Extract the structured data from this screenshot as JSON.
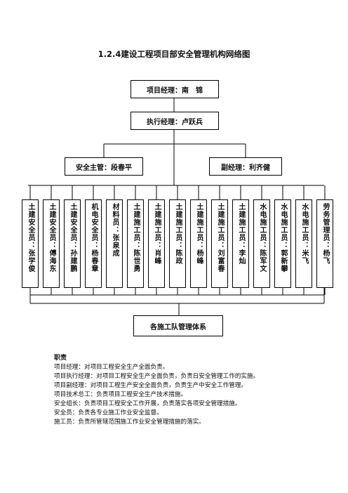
{
  "title": "1.2.4建设工程项目部安全管理机构网络图",
  "project_manager": "项目经理：南　锦",
  "executive_manager": "执行经理：卢跃兵",
  "safety_chief": "安全主管：段春平",
  "deputy_manager": "副经理：利齐健",
  "staff": [
    "土建安全员：张学俊",
    "土建安全员：傅海东",
    "土建安全员：孙建鹏",
    "机电安全员：杨春章",
    "材料员：张泉成",
    "土建施工员：陈世勇",
    "土建施工员：肖峰",
    "土建施工员：陈政",
    "土建施工员：杨峰",
    "土建施工员：刘富春",
    "土建施工员：李灿",
    "水电施工员：陈军文",
    "水电施工员：郭新攀",
    "水电施工员：米飞",
    "劳务管理员：杨飞"
  ],
  "bottom_box": "各施工队管理体系",
  "duties": {
    "heading": "职责",
    "lines": [
      "项目经理：对项目工程安全生产全面负责。",
      "项目执行经理：对项目工程安全生产全面负责，负责日安全管理工作的实施。",
      "项目副经理：对项目工程生产安全全面负责，负责生产中安全工作管理。",
      "项目技术总工：负责项目工程安全生产技术措施。",
      "安全组长：负责项目工程安全工作开展，负责落实各项安全管理措施。",
      "安全员：负责各专业施工作业安全监督。",
      "施工员：负责所管辖范围施工作业安全管理措施的落实。"
    ]
  }
}
